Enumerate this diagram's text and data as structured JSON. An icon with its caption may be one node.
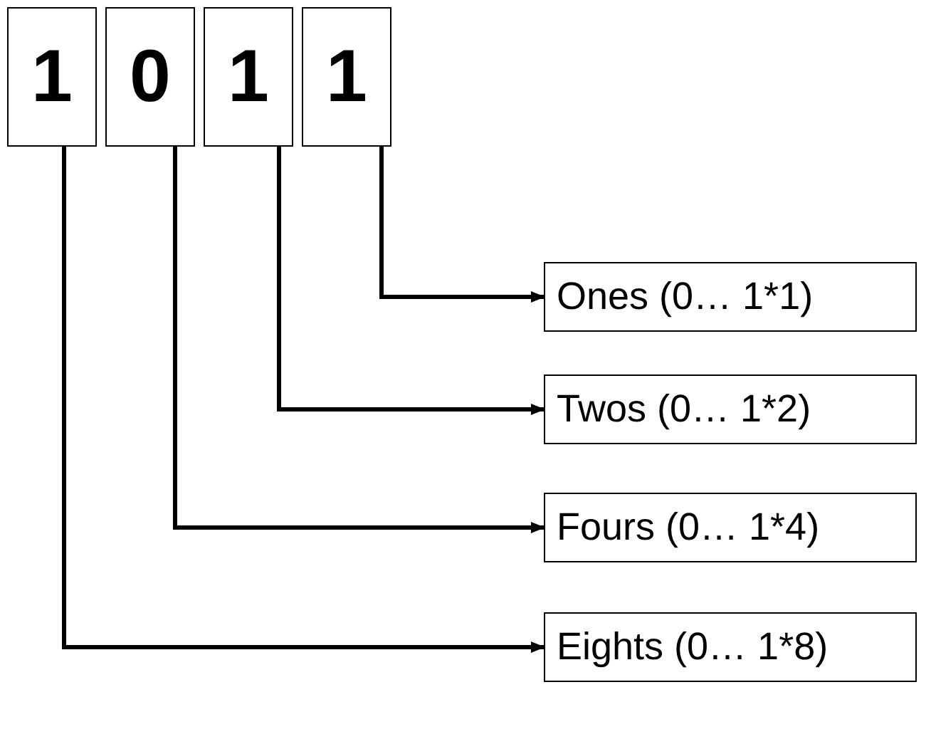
{
  "diagram": {
    "nodes": [
      {
        "text": [
          "1"
        ]
      },
      {
        "text": [
          "0"
        ]
      },
      {
        "text": [
          "1"
        ]
      },
      {
        "text": [
          "1"
        ]
      },
      {
        "text": [
          "Ones (0… 1*1)"
        ]
      },
      {
        "text": [
          "Twos (0… 1*2)"
        ]
      },
      {
        "text": [
          "Fours (0… 1*4)"
        ]
      },
      {
        "text": [
          "Eights (0… 1*8)"
        ]
      }
    ],
    "edges": [
      {
        "from": 3,
        "to": 4,
        "arrow": "to"
      },
      {
        "from": 2,
        "to": 5,
        "arrow": "to"
      },
      {
        "from": 1,
        "to": 6,
        "arrow": "to"
      },
      {
        "from": 0,
        "to": 7,
        "arrow": "to"
      }
    ]
  }
}
